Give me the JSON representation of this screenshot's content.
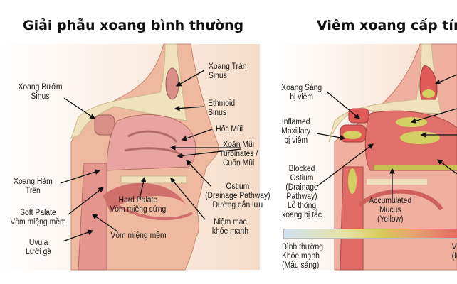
{
  "normal": {
    "title": "Giải phẫu xoang bình thường",
    "labels": {
      "frontal": [
        "Xoang Trán",
        "Sinus"
      ],
      "sphenoid": [
        "Xoang Bướm",
        "Sinus"
      ],
      "ethmoid": [
        "Ethmoid",
        "Sinus"
      ],
      "nasal_cavity": [
        "Hốc Mũi"
      ],
      "turbinates": [
        "Xoăn Mũi",
        "Turbinates /",
        "Cuốn Mũi"
      ],
      "maxillary": [
        "Xoang Hàm",
        "Trên"
      ],
      "ostium": [
        "Ostium",
        "(Drainage Pathway)",
        "Đường dẫn lưu"
      ],
      "hard_palate": [
        "Hard Palate",
        "Vòm miệng cứng"
      ],
      "soft_palate": [
        "Soft Palate",
        "Vòm miệng mềm"
      ],
      "mucosa": [
        "Niệm mạc",
        "khỏe mạnh"
      ],
      "uvula": [
        "Uvula",
        "Lưỡi gà"
      ],
      "soft_palate_2": [
        "Vòm miệng mềm"
      ]
    }
  },
  "inflamed": {
    "title": "Viêm xoang cấp tính",
    "labels": {
      "ethmoid": [
        "Xoang Sàng",
        "bị viêm"
      ],
      "maxillary": [
        "Inflamed",
        "Maxillary",
        "bị viêm"
      ],
      "ostium": [
        "Blocked",
        "Ostium",
        "(Drainage",
        "Pathway)",
        "Lỗ thông",
        "xoang bị tắc"
      ],
      "mucus": [
        "Accumulated",
        "Mucus",
        "(Yellow)"
      ]
    },
    "scale": {
      "left": [
        "Bình thường",
        "Khỏe mạnh",
        "(Màu sáng)"
      ],
      "right": [
        "V",
        "(M"
      ],
      "colors": [
        "#cfe0f2",
        "#d8c860",
        "#e06a60"
      ]
    }
  }
}
